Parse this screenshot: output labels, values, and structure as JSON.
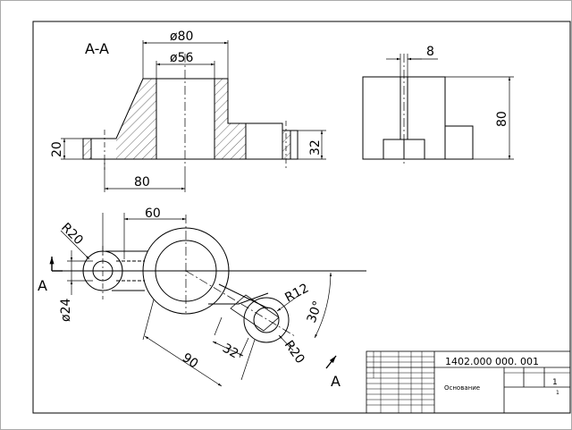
{
  "section_label": "A-A",
  "view_label_left": "A",
  "view_label_right": "A",
  "dimensions": {
    "d80": "ø80",
    "d56": "ø56",
    "w8": "8",
    "h80": "80",
    "h20": "20",
    "h32": "32",
    "b80": "80",
    "c60": "60",
    "r20_top": "R20",
    "d24": "ø24",
    "r12": "R12",
    "a30": "30°",
    "l32": "32",
    "l90": "90",
    "r20_bottom": "R20"
  },
  "title_block": {
    "designation": "1402.000 000. 001",
    "part_name": "Основание",
    "sheet_number": "1",
    "sheet_of": "1"
  },
  "colors": {
    "line": "#000000",
    "paper": "#ffffff",
    "frame": "#555555"
  }
}
